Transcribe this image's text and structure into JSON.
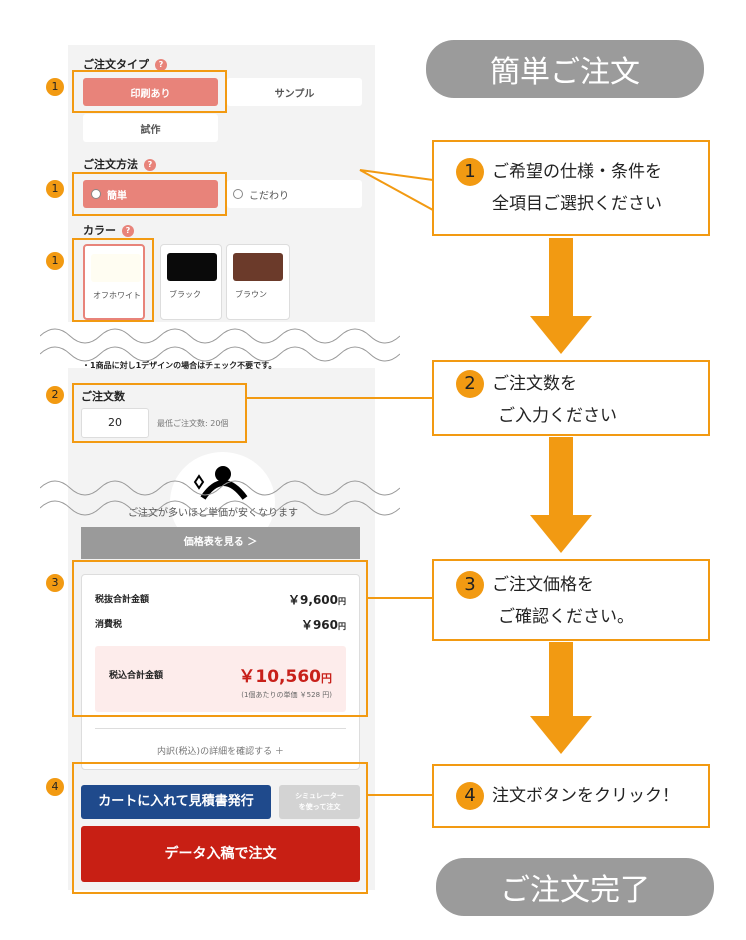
{
  "form": {
    "order_type": {
      "label": "ご注文タイプ",
      "help": "?",
      "options": [
        "印刷あり",
        "サンプル",
        "試作"
      ],
      "selected": "印刷あり"
    },
    "order_method": {
      "label": "ご注文方法",
      "help": "?",
      "options": [
        "簡単",
        "こだわり"
      ],
      "selected": "簡単"
    },
    "color": {
      "label": "カラー",
      "help": "?",
      "options": [
        {
          "name": "オフホワイト",
          "hex": "#fffdf2"
        },
        {
          "name": "ブラック",
          "hex": "#0a0a0a"
        },
        {
          "name": "ブラウン",
          "hex": "#6b3a2a"
        }
      ],
      "selected": "オフホワイト"
    },
    "note": "・1商品に対し1デザインの場合はチェック不要です。",
    "quantity": {
      "label": "ご注文数",
      "value": "20",
      "min_note": "最低ご注文数: 20個"
    },
    "promo": "ご注文が多いほど単価が安くなります",
    "price_table_button": "価格表を見る ＞",
    "price": {
      "subtotal_label": "税抜合計金額",
      "subtotal": "￥9,600",
      "tax_label": "消費税",
      "tax": "￥960",
      "yen": "円",
      "total_label": "税込合計金額",
      "total": "￥10,560",
      "unit_note": "(1個あたりの単価 ￥528 円)",
      "details_link": "内訳(税込)の詳細を確認する ＋"
    },
    "cart_button": "カートに入れて見積書発行",
    "simulator_button": "シミュレーター\nを使って注文",
    "order_button": "データ入稿で注文"
  },
  "guide": {
    "start": "簡単ご注文",
    "steps": [
      {
        "num": "1",
        "lines": [
          "ご希望の仕様・条件を",
          "全項目ご選択ください"
        ]
      },
      {
        "num": "2",
        "lines": [
          "ご注文数を",
          "ご入力ください"
        ]
      },
      {
        "num": "3",
        "lines": [
          "ご注文価格を",
          "ご確認ください。"
        ]
      },
      {
        "num": "4",
        "lines": [
          "注文ボタンをクリック！"
        ]
      }
    ],
    "end": "ご注文完了",
    "markers": [
      "1",
      "1",
      "1",
      "2",
      "3",
      "4"
    ],
    "accent": "#f29a12"
  }
}
